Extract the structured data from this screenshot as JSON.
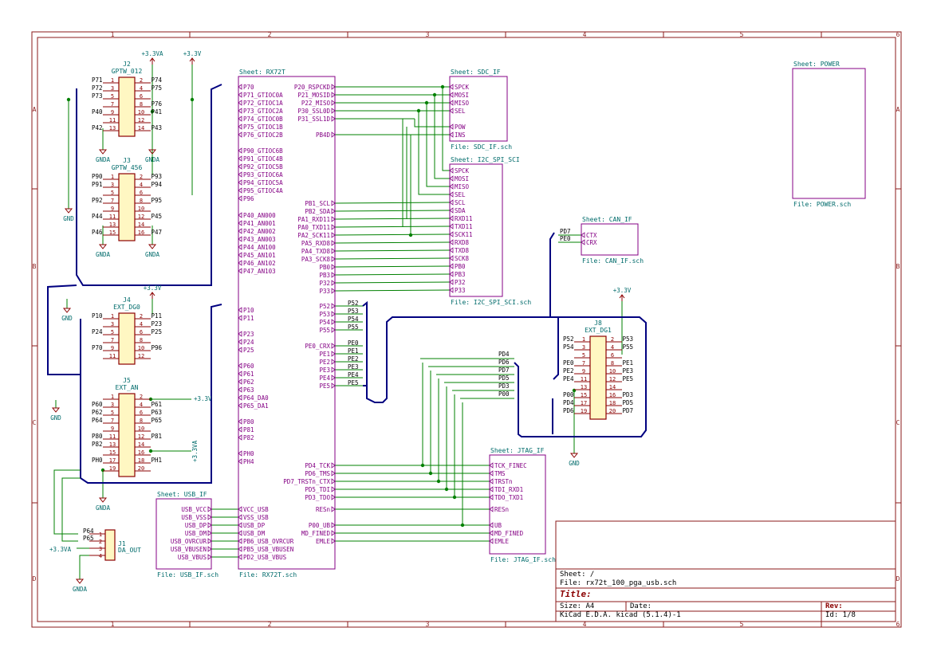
{
  "colors": {
    "frame": "#8b1a1a",
    "wire": "#008000",
    "bus": "#000080",
    "sheet": "#840084",
    "sheetLabel": "#006b6b",
    "pinText": "#8b0000",
    "pinNum": "#8b0000",
    "body": "#fff7c2",
    "power": "#8b0000",
    "powerText": "#006b6b",
    "refText": "#006b6b",
    "netText": "#000000",
    "dot": "#008000"
  },
  "frame": {
    "colsTop": [
      "1",
      "2",
      "3",
      "4",
      "5",
      "6"
    ],
    "rowsLeft": [
      "A",
      "B",
      "C",
      "D"
    ]
  },
  "titleBlock": {
    "sheet": "Sheet: /",
    "file": "File: rx72t_100_pga_usb.sch",
    "titleLabel": "Title:",
    "size": "Size: A4",
    "date": "Date:",
    "rev": "Rev:",
    "tool": "KiCad E.D.A.  kicad (5.1.4)-1",
    "id": "Id: 1/8"
  },
  "sheets": {
    "rx72t": {
      "name": "Sheet: RX72T",
      "file": "File: RX72T.sch",
      "left": [
        [
          "P70",
          109
        ],
        [
          "P71_GTIOC0A",
          119
        ],
        [
          "P72_GTIOC1A",
          129
        ],
        [
          "P73_GTIOC2A",
          139
        ],
        [
          "P74_GTIOC0B",
          149
        ],
        [
          "P75_GTIOC1B",
          159
        ],
        [
          "P76_GTIOC2B",
          169
        ],
        [
          "P90_GTIOC6B",
          189
        ],
        [
          "P91_GTIOC4B",
          199
        ],
        [
          "P92_GTIOC5B",
          209
        ],
        [
          "P93_GTIOC6A",
          219
        ],
        [
          "P94_GTIOC5A",
          229
        ],
        [
          "P95_GTIOC4A",
          239
        ],
        [
          "P96",
          249
        ],
        [
          "P40_AN000",
          270
        ],
        [
          "P41_AN001",
          280
        ],
        [
          "P42_AN002",
          290
        ],
        [
          "P43_AN003",
          300
        ],
        [
          "P44_AN100",
          310
        ],
        [
          "P45_AN101",
          320
        ],
        [
          "P46_AN102",
          330
        ],
        [
          "P47_AN103",
          340
        ],
        [
          "P10",
          389
        ],
        [
          "P11",
          399
        ],
        [
          "P23",
          419
        ],
        [
          "P24",
          429
        ],
        [
          "P25",
          439
        ],
        [
          "P60",
          459
        ],
        [
          "P61",
          469
        ],
        [
          "P62",
          479
        ],
        [
          "P63",
          489
        ],
        [
          "P64_DA0",
          499
        ],
        [
          "P65_DA1",
          509
        ],
        [
          "P80",
          529
        ],
        [
          "P81",
          539
        ],
        [
          "P82",
          549
        ],
        [
          "PH0",
          569
        ],
        [
          "PH4",
          579
        ],
        [
          "VCC_USB",
          639
        ],
        [
          "VSS_USB",
          649
        ],
        [
          "USB_DP",
          659
        ],
        [
          "USB_DM",
          669
        ],
        [
          "PB6_USB_OVRCUR",
          679
        ],
        [
          "PB5_USB_VBUSEN",
          689
        ],
        [
          "PD2_USB_VBUS",
          699
        ]
      ],
      "right": [
        [
          "P20_RSPCKD",
          109
        ],
        [
          "P21_MOSID",
          119
        ],
        [
          "P22_MISO",
          129
        ],
        [
          "P30_SSL0D",
          139
        ],
        [
          "P31_SSL1D",
          149
        ],
        [
          "PB4D",
          169
        ],
        [
          "PB1_SCL",
          255
        ],
        [
          "PB2_SDA",
          265
        ],
        [
          "PA1_RXD11",
          275
        ],
        [
          "PA0_TXD11",
          285
        ],
        [
          "PA2_SCK11",
          295
        ],
        [
          "PA5_RXD8",
          305
        ],
        [
          "PA4_TXD8",
          315
        ],
        [
          "PA3_SCK8",
          325
        ],
        [
          "PB0",
          335
        ],
        [
          "PB3",
          345
        ],
        [
          "P32",
          355
        ],
        [
          "P33",
          365
        ],
        [
          "P52",
          384
        ],
        [
          "P53",
          394
        ],
        [
          "P54",
          404
        ],
        [
          "P55",
          414
        ],
        [
          "PE0_CRX",
          434
        ],
        [
          "PE1",
          444
        ],
        [
          "PE2",
          454
        ],
        [
          "PE3",
          464
        ],
        [
          "PE4",
          474
        ],
        [
          "PE5",
          484
        ],
        [
          "PD4_TCK",
          584
        ],
        [
          "PD6_TMS",
          594
        ],
        [
          "PD7_TRSTn_CTX",
          604
        ],
        [
          "PD5_TDI",
          614
        ],
        [
          "PD3_TDO",
          624
        ],
        [
          "RESn",
          639
        ],
        [
          "P00_UB",
          659
        ],
        [
          "MD_FINED",
          669
        ],
        [
          "EMLE",
          679
        ]
      ]
    },
    "sdc": {
      "name": "Sheet: SDC_IF",
      "file": "File: SDC_IF.sch",
      "pins": [
        "SPCK",
        "MOSI",
        "MISO",
        "SEL",
        "POW",
        "INS"
      ]
    },
    "i2c": {
      "name": "Sheet: I2C_SPI_SCI",
      "file": "File: I2C_SPI_SCI.sch",
      "pins": [
        "SPCK",
        "MOSI",
        "MISO",
        "SEL",
        "SCL",
        "SDA",
        "RXD11",
        "TXD11",
        "SCK11",
        "RXD8",
        "TXD8",
        "SCK8",
        "PB0",
        "PB3",
        "P32",
        "P33"
      ]
    },
    "can": {
      "name": "Sheet: CAN_IF",
      "file": "File: CAN_IF.sch",
      "pins": [
        "CTX",
        "CRX"
      ],
      "nets": [
        "PD7",
        "PE0"
      ]
    },
    "power": {
      "name": "Sheet: POWER",
      "file": "File: POWER.sch"
    },
    "jtag": {
      "name": "Sheet: JTAG_IF",
      "file": "File: JTAG_IF.sch",
      "pins": [
        "TCK_FINEC",
        "TMS",
        "TRSTn",
        "TDI_RXD1",
        "TDO_TXD1",
        "RESn",
        "UB",
        "MD_FINED",
        "EMLE"
      ]
    },
    "usb": {
      "name": "Sheet: USB_IF",
      "file": "File: USB_IF.sch",
      "pins": [
        "USB_VCC",
        "USB_VSS",
        "USB_DP",
        "USB_DM",
        "USB_OVRCUR",
        "USB_VBUSEN",
        "USB_VBUS"
      ]
    }
  },
  "connectors": {
    "J2": {
      "ref": "J2",
      "value": "GPTW_012",
      "left": [
        "P71",
        "P72",
        "P73",
        "",
        "P40",
        "",
        "P42"
      ],
      "right": [
        "P74",
        "P75",
        "",
        "P76",
        "P41",
        "",
        "P43"
      ]
    },
    "J3": {
      "ref": "J3",
      "value": "GPTW_456",
      "left": [
        "P90",
        "P91",
        "",
        "P92",
        "",
        "P44",
        "",
        "P46"
      ],
      "right": [
        "P93",
        "P94",
        "",
        "P95",
        "",
        "P45",
        "",
        "P47"
      ]
    },
    "J4": {
      "ref": "J4",
      "value": "EXT_DG0",
      "left": [
        "P10",
        "",
        "P24",
        "",
        "P70",
        ""
      ],
      "right": [
        "P11",
        "P23",
        "P25",
        "",
        "P96",
        ""
      ]
    },
    "J5": {
      "ref": "J5",
      "value": "EXT_AN",
      "left": [
        "",
        "P60",
        "P62",
        "P64",
        "",
        "P80",
        "P82",
        "",
        "PH0",
        ""
      ],
      "right": [
        "",
        "P61",
        "P63",
        "P65",
        "",
        "P81",
        "",
        "",
        "PH1",
        ""
      ]
    },
    "J8": {
      "ref": "J8",
      "value": "EXT_DG1",
      "left": [
        "P52",
        "P54",
        "",
        "PE0",
        "PE2",
        "PE4",
        "",
        "P00",
        "PD4",
        "PD6"
      ],
      "right": [
        "P53",
        "P55",
        "",
        "PE1",
        "PE3",
        "PE5",
        "",
        "PD3",
        "PD5",
        "PD7"
      ]
    },
    "J1": {
      "ref": "J1",
      "value": "DA_OUT",
      "nets": [
        "P64",
        "P65",
        "+3.3VA",
        ""
      ]
    }
  },
  "power": {
    "v33a": "+3.3VA",
    "v33": "+3.3V",
    "gnda": "GNDA",
    "gnd": "GND"
  },
  "busLabels": {
    "right52": [
      "P52",
      "P53",
      "P54",
      "P55"
    ],
    "rightE": [
      "PE0",
      "PE1",
      "PE2",
      "PE3",
      "PE4",
      "PE5"
    ],
    "rightD": [
      "PD4",
      "PD6",
      "PD7",
      "PD5",
      "PD3",
      "P00"
    ]
  }
}
